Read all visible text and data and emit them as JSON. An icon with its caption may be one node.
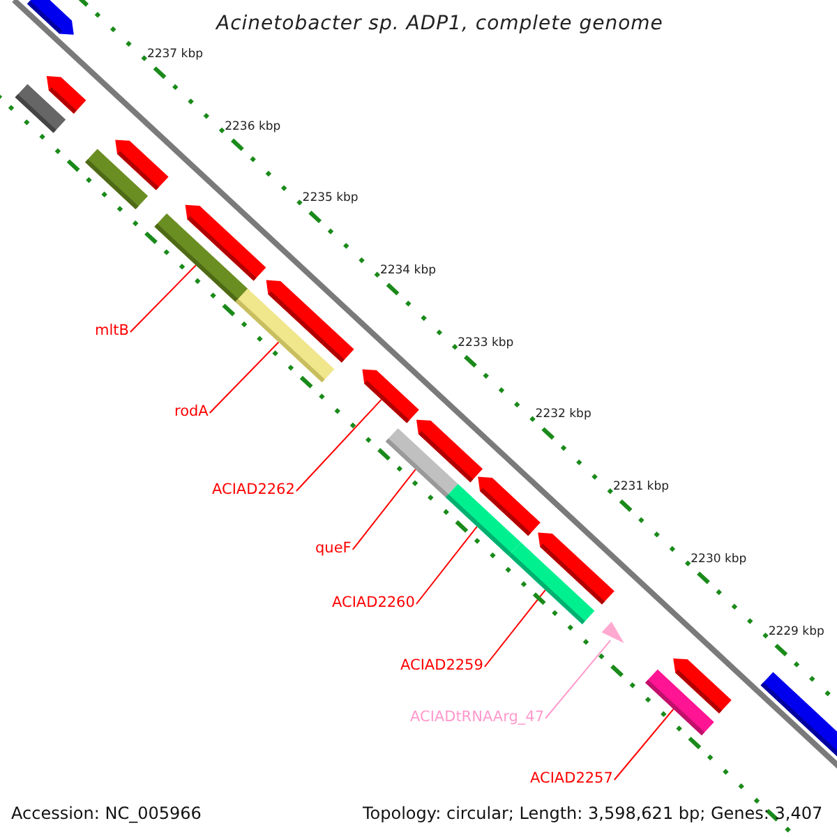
{
  "diagram": {
    "title": "Acinetobacter sp. ADP1, complete genome",
    "nodes": [
      {
        "text": [
          "mltB"
        ]
      },
      {
        "text": [
          "rodA"
        ]
      },
      {
        "text": [
          "ACIAD2262"
        ]
      },
      {
        "text": [
          "queF"
        ]
      },
      {
        "text": [
          "ACIAD2260"
        ]
      },
      {
        "text": [
          "ACIAD2259"
        ]
      },
      {
        "text": [
          "ACIADtRNAArg_47"
        ]
      },
      {
        "text": [
          "ACIAD2257"
        ]
      },
      {
        "text": [],
        "shape": "arrow"
      },
      {
        "text": [],
        "shape": "arrow"
      },
      {
        "text": [],
        "shape": "bar"
      },
      {
        "text": [],
        "shape": "arrow"
      },
      {
        "text": [],
        "shape": "bar"
      },
      {
        "text": [],
        "shape": "arrow"
      },
      {
        "text": [],
        "shape": "bar"
      },
      {
        "text": [],
        "shape": "arrow"
      },
      {
        "text": [],
        "shape": "bar"
      },
      {
        "text": [],
        "shape": "arrow"
      },
      {
        "text": [],
        "shape": "arrow"
      },
      {
        "text": [],
        "shape": "bar"
      },
      {
        "text": [],
        "shape": "arrow"
      },
      {
        "text": [],
        "shape": "bar"
      },
      {
        "text": [],
        "shape": "arrow"
      },
      {
        "text": [],
        "shape": "bar"
      },
      {
        "text": [],
        "shape": "triangle"
      },
      {
        "text": [],
        "shape": "arrow"
      },
      {
        "text": [],
        "shape": "bar"
      },
      {
        "text": [],
        "shape": "arrow"
      }
    ],
    "edges": [
      {
        "from": 0,
        "to": 14,
        "arrow": "none"
      },
      {
        "from": 1,
        "to": 16,
        "arrow": "none"
      },
      {
        "from": 2,
        "to": 17,
        "arrow": "none"
      },
      {
        "from": 3,
        "to": 19,
        "arrow": "none"
      },
      {
        "from": 4,
        "to": 21,
        "arrow": "none"
      },
      {
        "from": 5,
        "to": 23,
        "arrow": "none"
      },
      {
        "from": 6,
        "to": 24,
        "arrow": "none",
        "color": "#ff99cc"
      },
      {
        "from": 7,
        "to": 26,
        "arrow": "none"
      }
    ],
    "labels": [
      "2237 kbp",
      "2236 kbp",
      "2235 kbp",
      "2234 kbp",
      "2233 kbp",
      "2232 kbp",
      "2231 kbp",
      "2230 kbp",
      "2229 kbp",
      "Accession: NC_005966",
      "Topology: circular; Length: 3,598,621 bp; Genes: 3,407"
    ]
  }
}
